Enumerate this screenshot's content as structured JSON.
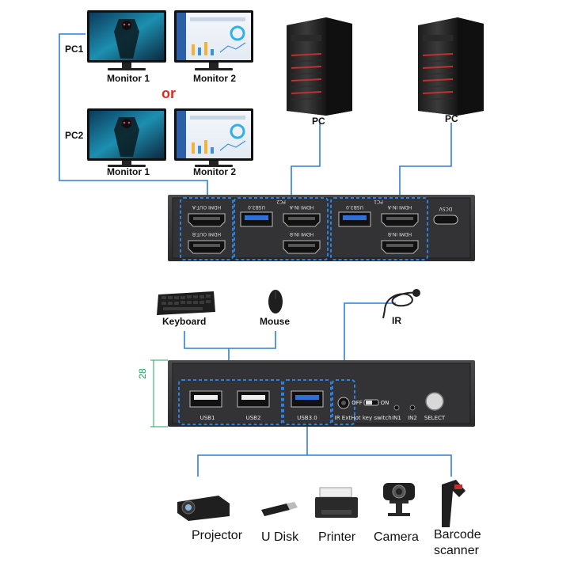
{
  "colors": {
    "link_line": "#2f7fd4",
    "accent_or": "#e0291e",
    "device_body": "#3a3a3c",
    "device_panel": "#2a2a2c",
    "dash_box": "#2a82e4",
    "dimension": "#1fa35a"
  },
  "top_section": {
    "pc1_label": "PC1",
    "pc2_label": "PC2",
    "or_label": "or",
    "monitors": [
      {
        "label": "Monitor 1"
      },
      {
        "label": "Monitor 2"
      },
      {
        "label": "Monitor 1"
      },
      {
        "label": "Monitor 2"
      }
    ],
    "towers": [
      {
        "label": "PC"
      },
      {
        "label": "PC"
      }
    ]
  },
  "back_panel": {
    "group_pc2": "PC2",
    "group_pc1": "PC1",
    "ports": {
      "hdmi_out_a": "HDMI OUT-A",
      "hdmi_out_b": "HDMI OUT-B",
      "usb30_pc2": "USB3.0",
      "hdmi_in_a_pc2": "HDMI IN-A",
      "hdmi_in_b_pc2": "HDMI IN-B",
      "usb30_pc1": "USB3.0",
      "hdmi_in_a_pc1": "HDMI IN-A",
      "hdmi_in_b_pc1": "HDMI IN-B",
      "dc5v": "DC5V"
    }
  },
  "peripherals_top": {
    "keyboard": "Keyboard",
    "mouse": "Mouse",
    "ir": "IR"
  },
  "front_panel": {
    "height_mark": "28",
    "usb1": "USB1",
    "usb2": "USB2",
    "usb30": "USB3.0",
    "ir_ext": "IR Ext.",
    "off": "OFF",
    "on": "ON",
    "hotkey": "Hot key switch",
    "in1": "IN1",
    "in2": "IN2",
    "select": "SELECT"
  },
  "devices_bottom": {
    "projector": "Projector",
    "udisk": "U Disk",
    "printer": "Printer",
    "camera": "Camera",
    "barcode_line1": "Barcode",
    "barcode_line2": "scanner"
  }
}
